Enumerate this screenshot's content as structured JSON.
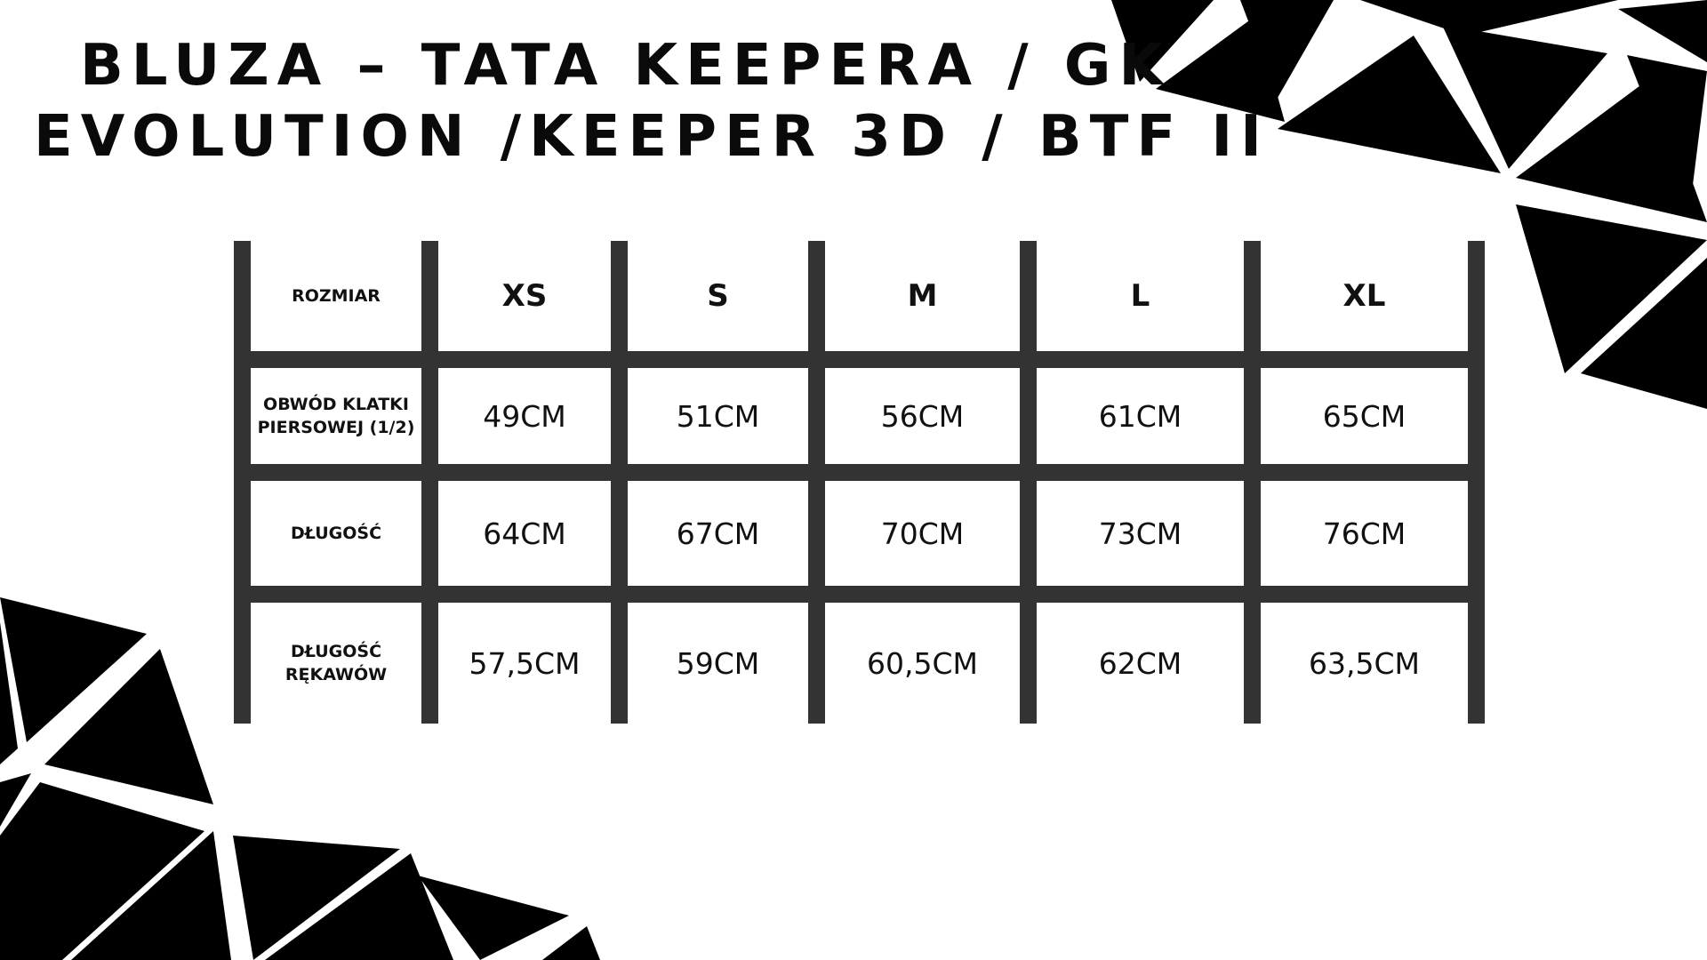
{
  "title": {
    "line1": "BLUZA – TATA KEEPERA / GK",
    "line2": "EVOLUTION /KEEPER 3D / BTF II"
  },
  "size_table": {
    "header_label": "ROZMIAR",
    "sizes": [
      "XS",
      "S",
      "M",
      "L",
      "XL"
    ],
    "rows": [
      {
        "label": "OBWÓD KLATKI PIERSOWEJ (1/2)",
        "values": [
          "49CM",
          "51CM",
          "56CM",
          "61CM",
          "65CM"
        ]
      },
      {
        "label": "DŁUGOŚĆ",
        "values": [
          "64CM",
          "67CM",
          "70CM",
          "73CM",
          "76CM"
        ]
      },
      {
        "label": "DŁUGOŚĆ RĘKAWÓW",
        "values": [
          "57,5CM",
          "59CM",
          "60,5CM",
          "62CM",
          "63,5CM"
        ]
      }
    ]
  },
  "colors": {
    "background": "#ffffff",
    "grid_lines": "#333333",
    "text": "#111111",
    "triangles": "#000000"
  }
}
